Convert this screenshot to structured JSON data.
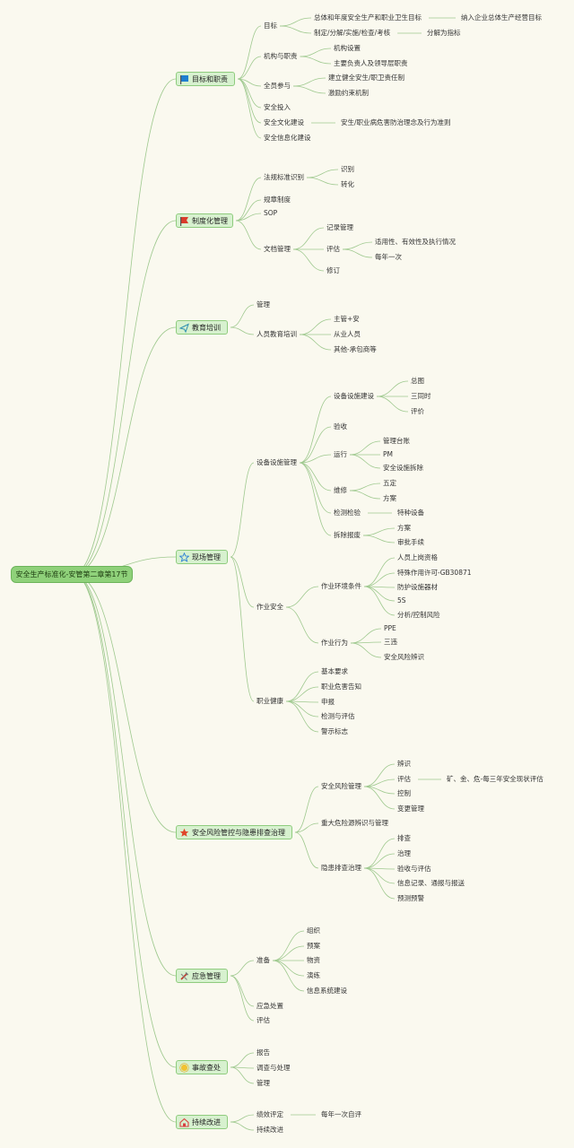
{
  "root": "安全生产标准化-安管第二章第17节",
  "branches": [
    {
      "label": "目标和职责",
      "icon": "flag-blue-icon",
      "color": "#1f7fd0",
      "children": [
        {
          "label": "目标",
          "children": [
            {
              "label": "总体和年度安全生产和职业卫生目标",
              "children": [
                {
                  "label": "纳入企业总体生产经营目标"
                }
              ]
            },
            {
              "label": "制定/分解/实施/检查/考核",
              "children": [
                {
                  "label": "分解为指标"
                }
              ]
            }
          ]
        },
        {
          "label": "机构与职责",
          "children": [
            {
              "label": "机构设置"
            },
            {
              "label": "主要负责人及领导层职责"
            }
          ]
        },
        {
          "label": "全员参与",
          "children": [
            {
              "label": "建立健全安生/职卫责任制"
            },
            {
              "label": "激励约束机制"
            }
          ]
        },
        {
          "label": "安全投入"
        },
        {
          "label": "安全文化建设",
          "children": [
            {
              "label": "安生/职业病危害防治理念及行为准则"
            }
          ]
        },
        {
          "label": "安全信息化建设"
        }
      ]
    },
    {
      "label": "制度化管理",
      "icon": "flag-red-icon",
      "color": "#d93b2b",
      "children": [
        {
          "label": "法规标准识别",
          "children": [
            {
              "label": "识别"
            },
            {
              "label": "转化"
            }
          ]
        },
        {
          "label": "规章制度"
        },
        {
          "label": "SOP"
        },
        {
          "label": "文档管理",
          "children": [
            {
              "label": "记录管理"
            },
            {
              "label": "评估",
              "children": [
                {
                  "label": "适用性、有效性及执行情况"
                },
                {
                  "label": "每年一次"
                }
              ]
            },
            {
              "label": "修订"
            }
          ]
        }
      ]
    },
    {
      "label": "教育培训",
      "icon": "paper-plane-icon",
      "color": "#2e8fb0",
      "children": [
        {
          "label": "管理"
        },
        {
          "label": "人员教育培训",
          "children": [
            {
              "label": "主管+安"
            },
            {
              "label": "从业人员"
            },
            {
              "label": "其他-承包商等"
            }
          ]
        }
      ]
    },
    {
      "label": "现场管理",
      "icon": "star-outline-icon",
      "color": "#2b7fd6",
      "children": [
        {
          "label": "设备设施管理",
          "children": [
            {
              "label": "设备设施建设",
              "children": [
                {
                  "label": "总图"
                },
                {
                  "label": "三同时"
                },
                {
                  "label": "评价"
                }
              ]
            },
            {
              "label": "验收"
            },
            {
              "label": "运行",
              "children": [
                {
                  "label": "管理台账"
                },
                {
                  "label": "PM"
                },
                {
                  "label": "安全设施拆除"
                }
              ]
            },
            {
              "label": "维修",
              "children": [
                {
                  "label": "五定"
                },
                {
                  "label": "方案"
                }
              ]
            },
            {
              "label": "检测检验",
              "children": [
                {
                  "label": "特种设备"
                }
              ]
            },
            {
              "label": "拆除报废",
              "children": [
                {
                  "label": "方案"
                },
                {
                  "label": "审批手续"
                }
              ]
            }
          ]
        },
        {
          "label": "作业安全",
          "children": [
            {
              "label": "作业环境条件",
              "children": [
                {
                  "label": "人员上岗资格"
                },
                {
                  "label": "特殊作用许可-GB30871"
                },
                {
                  "label": "防护设施器材"
                },
                {
                  "label": "5S"
                },
                {
                  "label": "分析/控制风险"
                }
              ]
            },
            {
              "label": "作业行为",
              "children": [
                {
                  "label": "PPE"
                },
                {
                  "label": "三违"
                },
                {
                  "label": "安全风险辨识"
                }
              ]
            }
          ]
        },
        {
          "label": "职业健康",
          "children": [
            {
              "label": "基本要求"
            },
            {
              "label": "职业危害告知"
            },
            {
              "label": "申报"
            },
            {
              "label": "检测与评估"
            },
            {
              "label": "警示标志"
            }
          ]
        }
      ]
    },
    {
      "label": "安全风险管控与隐患排查治理",
      "icon": "star-filled-icon",
      "color": "#e0462a",
      "children": [
        {
          "label": "安全风险管理",
          "children": [
            {
              "label": "辨识"
            },
            {
              "label": "评估",
              "children": [
                {
                  "label": "矿、金、危-每三年安全现状评估"
                }
              ]
            },
            {
              "label": "控制"
            },
            {
              "label": "变更管理"
            }
          ]
        },
        {
          "label": "重大危险源辨识与管理"
        },
        {
          "label": "隐患排查治理",
          "children": [
            {
              "label": "排查"
            },
            {
              "label": "治理"
            },
            {
              "label": "验收与评估"
            },
            {
              "label": "信息记录、通报与报送"
            },
            {
              "label": "预测预警"
            }
          ]
        }
      ]
    },
    {
      "label": "应急管理",
      "icon": "tools-icon",
      "color": "#c0392b",
      "children": [
        {
          "label": "准备",
          "children": [
            {
              "label": "组织"
            },
            {
              "label": "预案"
            },
            {
              "label": "物资"
            },
            {
              "label": "演练"
            },
            {
              "label": "信息系统建设"
            }
          ]
        },
        {
          "label": "应急处置"
        },
        {
          "label": "评估"
        }
      ]
    },
    {
      "label": "事故查处",
      "icon": "sun-icon",
      "color": "#f1c232",
      "children": [
        {
          "label": "报告"
        },
        {
          "label": "调查与处理"
        },
        {
          "label": "管理"
        }
      ]
    },
    {
      "label": "持续改进",
      "icon": "home-icon",
      "color": "#d94040",
      "children": [
        {
          "label": "绩效评定",
          "children": [
            {
              "label": "每年一次自评"
            }
          ]
        },
        {
          "label": "持续改进"
        }
      ]
    }
  ]
}
